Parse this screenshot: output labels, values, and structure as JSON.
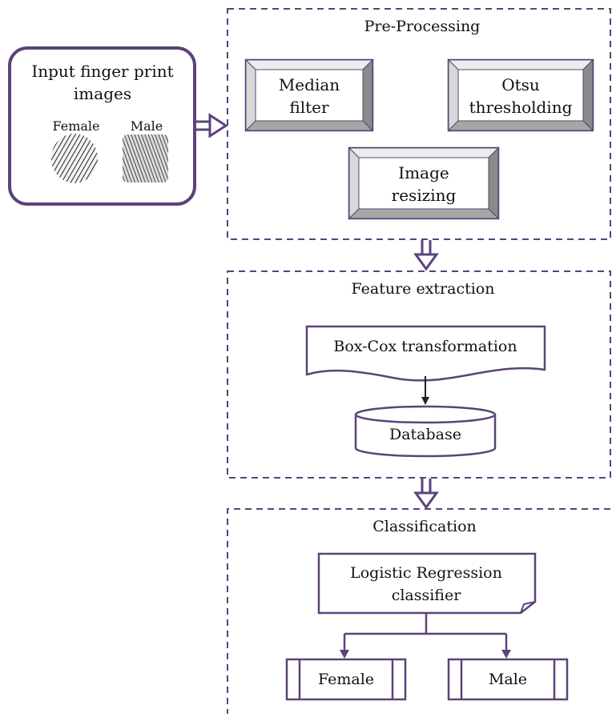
{
  "input": {
    "title_line1": "Input finger print",
    "title_line2": "images",
    "female_label": "Female",
    "male_label": "Male"
  },
  "preprocessing": {
    "title": "Pre-Processing",
    "median_line1": "Median",
    "median_line2": "filter",
    "otsu_line1": "Otsu",
    "otsu_line2": "thresholding",
    "resize_line1": "Image",
    "resize_line2": "resizing"
  },
  "feature": {
    "title": "Feature extraction",
    "boxcox": "Box-Cox transformation",
    "database": "Database"
  },
  "classification": {
    "title": "Classification",
    "lr_line1": "Logistic Regression",
    "lr_line2": "classifier",
    "female": "Female",
    "male": "Male"
  },
  "colors": {
    "accent": "#5b4378",
    "dash": "#5b4378",
    "bevel_light": "#e8e8e8",
    "bevel_dark": "#7d7d7d"
  }
}
